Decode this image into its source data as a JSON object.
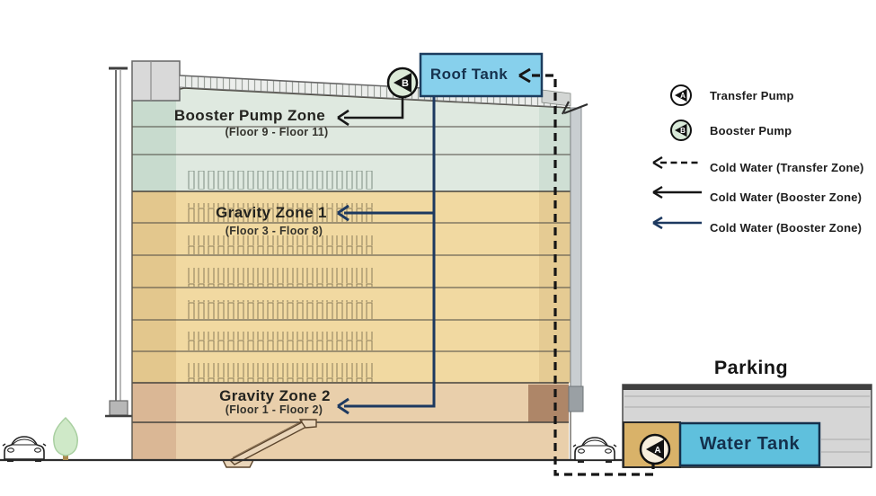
{
  "zones": [
    {
      "name": "Booster Pump Zone",
      "floors": "(Floor 9 - Floor 11)"
    },
    {
      "name": "Gravity Zone 1",
      "floors": "(Floor 3 - Floor 8)"
    },
    {
      "name": "Gravity Zone 2",
      "floors": "(Floor 1 - Floor 2)"
    }
  ],
  "tanks": {
    "roof": "Roof Tank",
    "water": "Water Tank"
  },
  "parking": {
    "label": "Parking"
  },
  "pumps": {
    "transfer": {
      "letter": "A",
      "label": "Transfer Pump"
    },
    "booster": {
      "letter": "B",
      "label": "Booster Pump"
    }
  },
  "legend": {
    "items": [
      {
        "icon": "transfer-pump-icon",
        "label": "Transfer Pump"
      },
      {
        "icon": "booster-pump-icon",
        "label": "Booster Pump"
      },
      {
        "icon": "dashed-black-arrow",
        "label": "Cold Water (Transfer Zone)"
      },
      {
        "icon": "solid-black-arrow",
        "label": "Cold Water (Booster Zone)"
      },
      {
        "icon": "solid-navy-arrow",
        "label": "Cold Water (Booster Zone)"
      }
    ]
  },
  "colors": {
    "navy_pipe": "#1d3960",
    "black_pipe": "#181818",
    "roof_tank": "#87d0ec",
    "water_tank": "#5fc0dd",
    "booster_zone": "#dfe9e0",
    "gravity_zone_1": "#f1d9a1",
    "gravity_zone_2": "#e9cfab",
    "pump_box": "#d9b269",
    "parking": "#d6d6d6"
  }
}
